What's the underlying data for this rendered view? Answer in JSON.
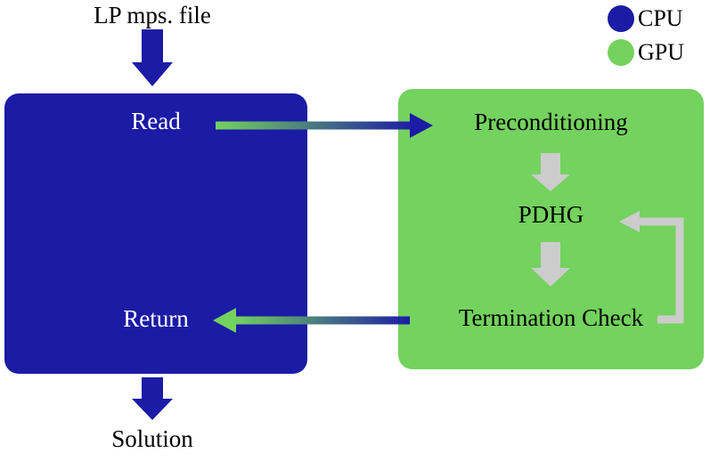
{
  "diagram": {
    "input_label": "LP mps. file",
    "output_label": "Solution",
    "cpu_box": {
      "read": "Read",
      "return": "Return"
    },
    "gpu_box": {
      "preconditioning": "Preconditioning",
      "pdhg": "PDHG",
      "termination_check": "Termination Check"
    },
    "legend": {
      "items": [
        {
          "label": "CPU",
          "color": "#1b1ba5"
        },
        {
          "label": "GPU",
          "color": "#74d25e"
        }
      ]
    },
    "colors": {
      "cpu": "#1b1ba5",
      "gpu": "#74d25e",
      "inner_arrow": "#cccccc",
      "text_on_cpu": "#ffffff",
      "text_on_gpu": "#000000"
    }
  }
}
